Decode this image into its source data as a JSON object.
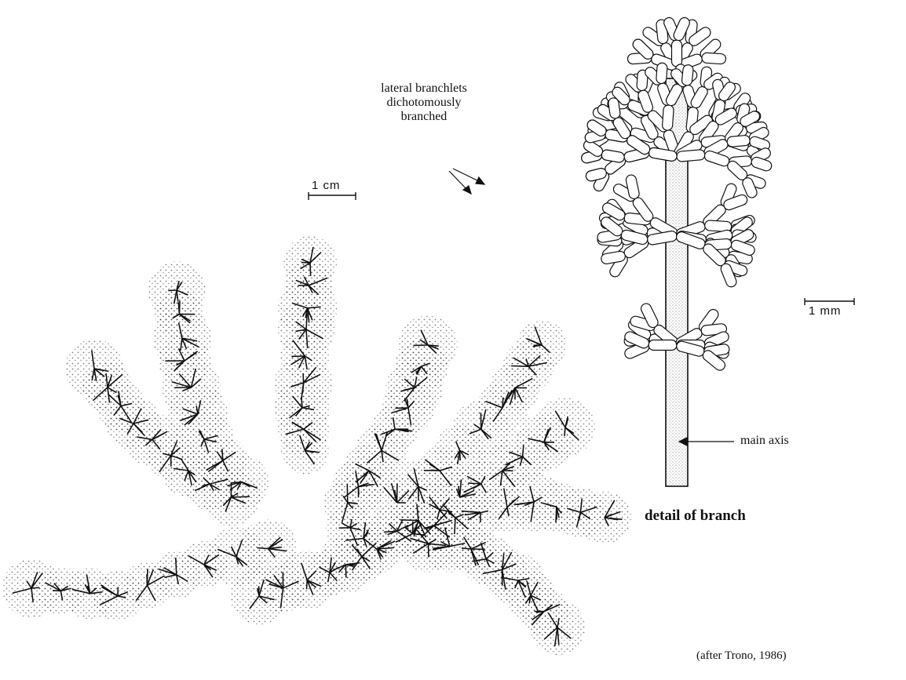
{
  "labels": {
    "lateral_branchlets": [
      "lateral branchlets",
      "dichotomously",
      "branched"
    ],
    "main_axis": "main axis",
    "detail_of_branch": "detail of branch",
    "credit": "(after Trono, 1986)"
  },
  "scale_bars": {
    "plant": "1 cm",
    "detail": "1 mm"
  },
  "colors": {
    "ink": "#111111",
    "background": "#ffffff"
  }
}
